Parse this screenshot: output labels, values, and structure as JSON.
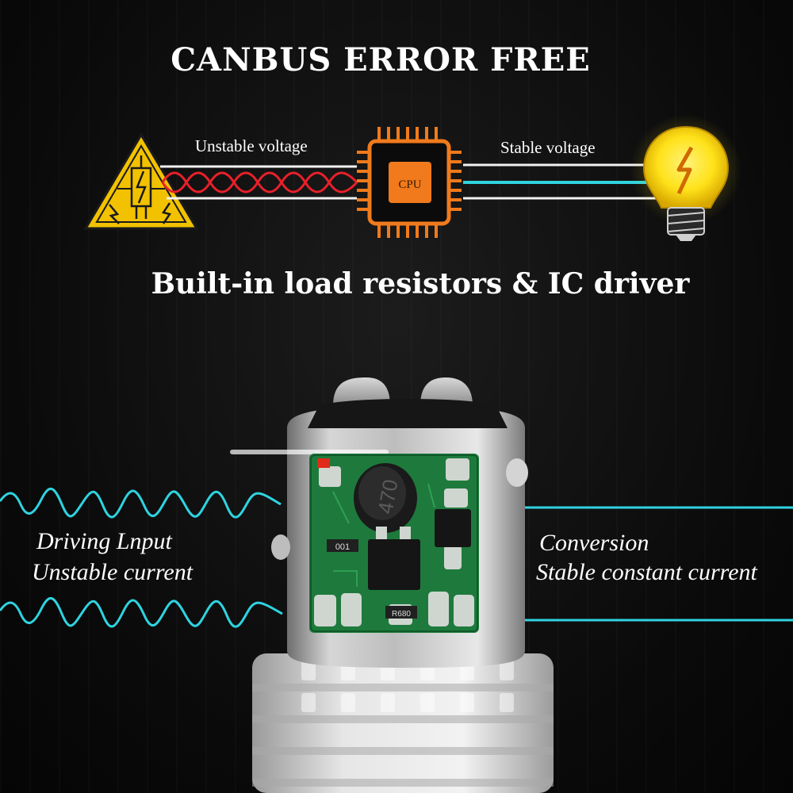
{
  "title": "CANBUS ERROR FREE",
  "diagram": {
    "input_label": "Unstable voltage",
    "output_label": "Stable voltage",
    "chip_label": "CPU"
  },
  "subtitle": "Built-in load resistors & IC driver",
  "left_panel": {
    "line1": "Driving Lnput",
    "line2": "Unstable current"
  },
  "right_panel": {
    "line1": "Conversion",
    "line2": "Stable constant current"
  },
  "pcb": {
    "inductor_marking": "470",
    "resistor_marking_1": "001",
    "resistor_marking_2": "R680"
  },
  "colors": {
    "background": "#0b0b0b",
    "text": "#ffffff",
    "unstable_wave": "#e8202a",
    "stable_line": "#2fd3e0",
    "chip": "#f07a1c",
    "warning": "#f2c200",
    "bulb": "#ffe21a",
    "pcb": "#1e7a3c"
  },
  "icons": [
    "high-voltage-warning-icon",
    "cpu-chip-icon",
    "light-bulb-icon"
  ]
}
